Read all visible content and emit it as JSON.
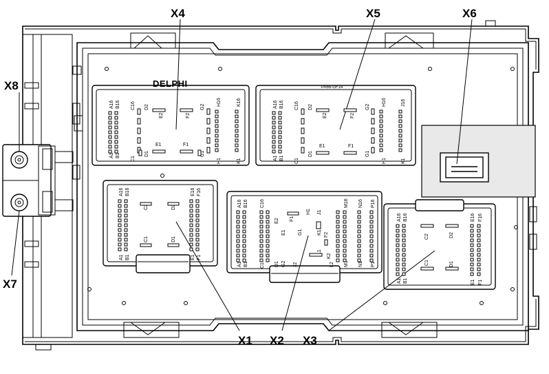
{
  "brand": "DELPHI",
  "part_number": "PA66-GF14",
  "callouts": [
    {
      "id": "x1",
      "label": "X1"
    },
    {
      "id": "x2",
      "label": "X2"
    },
    {
      "id": "x3",
      "label": "X3"
    },
    {
      "id": "x4",
      "label": "X4"
    },
    {
      "id": "x5",
      "label": "X5"
    },
    {
      "id": "x6",
      "label": "X6"
    },
    {
      "id": "x7",
      "label": "X7"
    },
    {
      "id": "x8",
      "label": "X8"
    }
  ],
  "pin_labels": {
    "x4": [
      "A16",
      "B16",
      "C16",
      "E1",
      "F1",
      "E2",
      "F2",
      "D1",
      "G1",
      "H16",
      "K16",
      "A1",
      "B1",
      "C1",
      "H1",
      "K1",
      "G2",
      "D2"
    ],
    "x5": [
      "A16",
      "B16",
      "C16",
      "E1",
      "F1",
      "E2",
      "F2",
      "D1",
      "G1",
      "H16",
      "J16",
      "A1",
      "B1",
      "C1",
      "H1",
      "K1",
      "G2",
      "D2"
    ],
    "x1": [
      "A16",
      "B16",
      "C1",
      "C2",
      "D1",
      "D2",
      "E16",
      "F16",
      "A1",
      "B1",
      "E1",
      "F1"
    ],
    "x2": [
      "A16",
      "B16",
      "C16",
      "F1",
      "H1",
      "E1",
      "J1",
      "G1",
      "K1",
      "L1",
      "M16",
      "N16",
      "P16",
      "A1",
      "B1",
      "C1",
      "D1",
      "G2",
      "J2",
      "L2",
      "M1",
      "N1",
      "P1",
      "E2",
      "F2",
      "K2"
    ],
    "x3": [
      "A16",
      "B16",
      "C2",
      "D2",
      "C1",
      "D1",
      "E16",
      "F16",
      "A1",
      "B1",
      "E1",
      "F1"
    ]
  }
}
